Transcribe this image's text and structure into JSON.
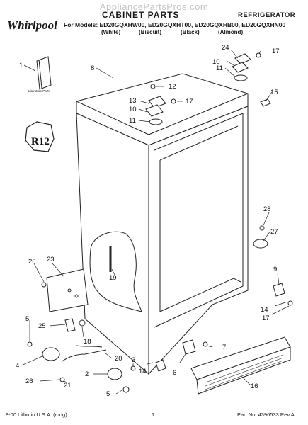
{
  "header": {
    "watermark": "AppliancePartsPros.com",
    "brand": "Whirlpool",
    "title": "CABINET PARTS",
    "product": "REFRIGERATOR",
    "models": "For Models: ED20GQXHW00, ED20GQXHT00, ED20GQXHB00, ED20GQXHN00",
    "colors": [
      "(White)",
      "(Biscuit)",
      "(Black)",
      "(Almond)"
    ]
  },
  "literature_label": "Literature Parts",
  "refrigerant_badge": "R12",
  "callouts": [
    "1",
    "8",
    "24",
    "17",
    "10",
    "11",
    "12",
    "13",
    "10",
    "17",
    "11",
    "15",
    "28",
    "27",
    "26",
    "23",
    "19",
    "9",
    "14",
    "17",
    "5",
    "25",
    "18",
    "7",
    "20",
    "4",
    "3",
    "14",
    "6",
    "16",
    "2",
    "26",
    "21",
    "5"
  ],
  "footer": {
    "left": "8-00 Litho in U.S.A. (mdg)",
    "page": "1",
    "part_no": "Part No. 4396533 Rev.A"
  }
}
